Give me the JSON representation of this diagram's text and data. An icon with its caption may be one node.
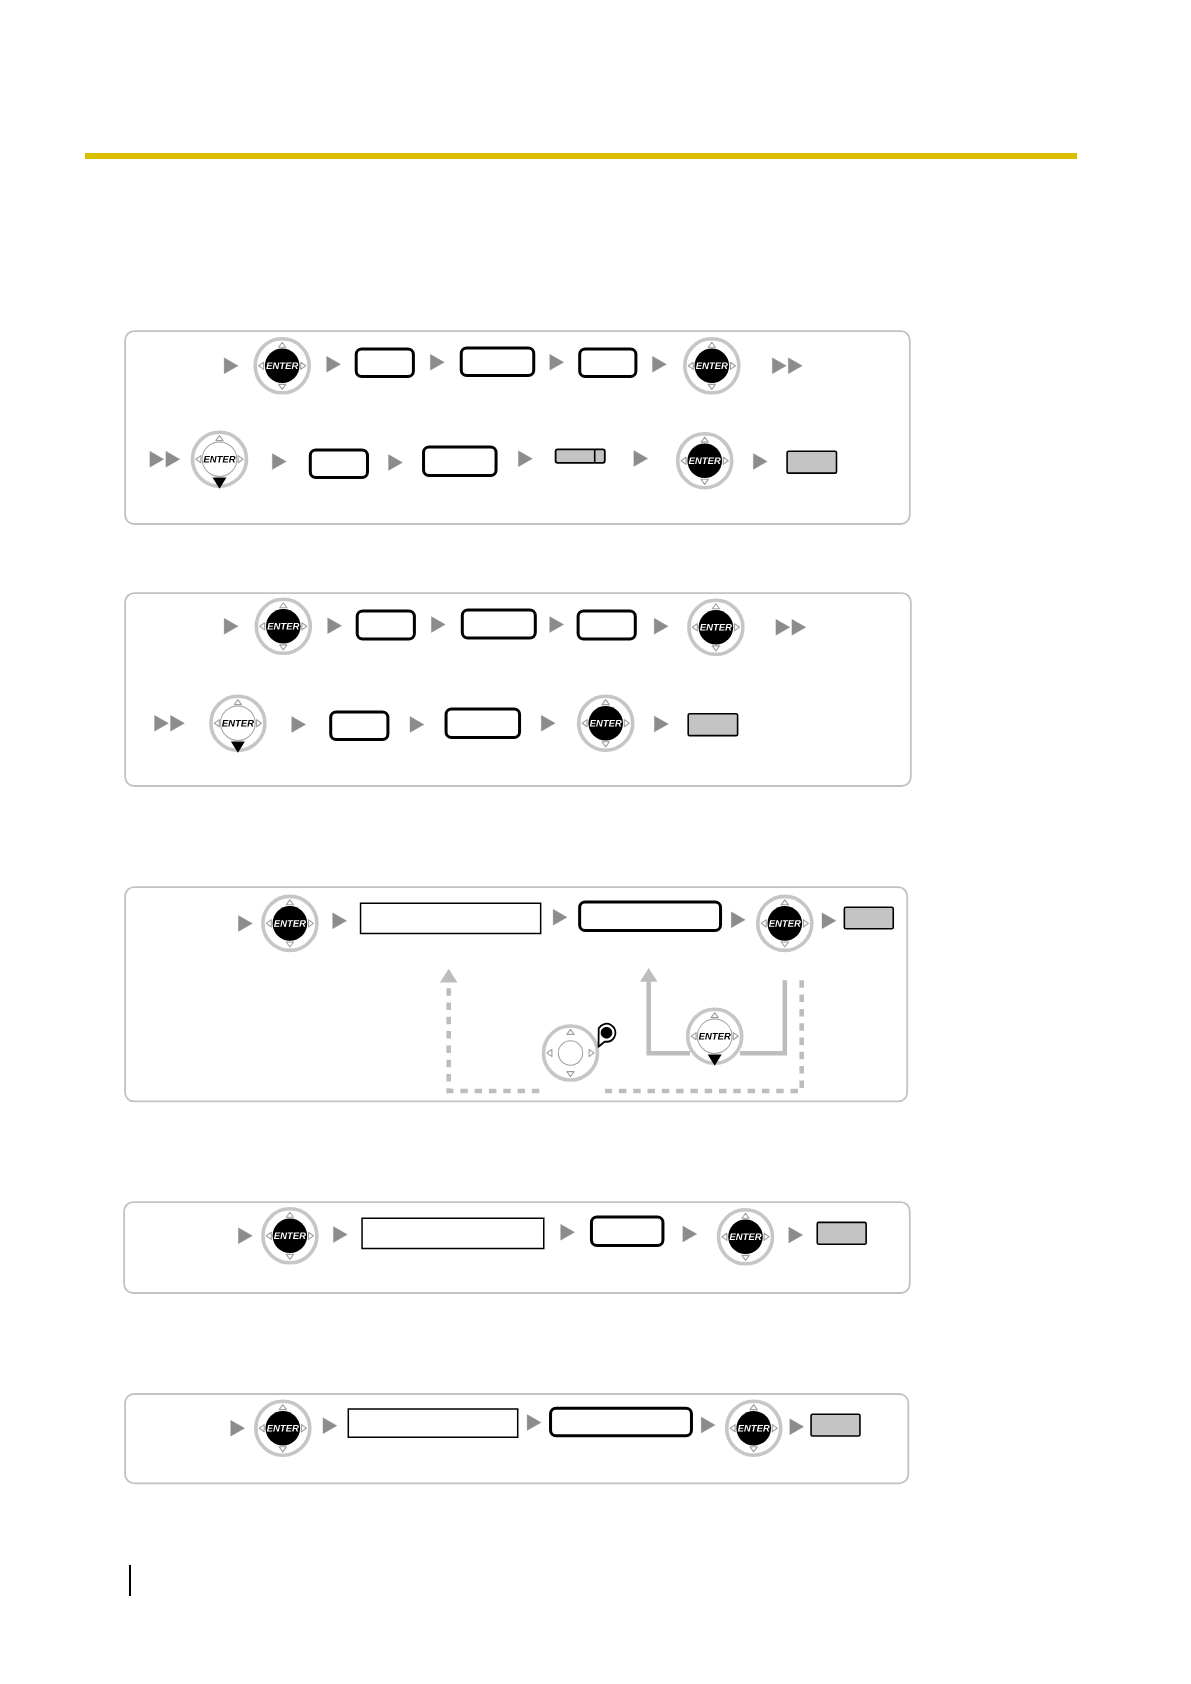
{
  "diagram": {
    "nodes": [
      {
        "text": [],
        "shape": "box"
      },
      {
        "text": [
          "ENTER"
        ],
        "in": 0
      },
      {
        "text": [],
        "shape": "box",
        "in": 0
      },
      {
        "text": [],
        "shape": "box",
        "in": 0
      },
      {
        "text": [],
        "shape": "box",
        "in": 0
      },
      {
        "text": [
          "ENTER"
        ],
        "in": 0
      },
      {
        "text": [
          "ENTER"
        ],
        "in": 0
      },
      {
        "text": [],
        "shape": "box",
        "in": 0
      },
      {
        "text": [],
        "shape": "box",
        "in": 0
      },
      {
        "text": [],
        "shape": "bar",
        "in": 0
      },
      {
        "text": [
          "ENTER"
        ],
        "in": 0
      },
      {
        "text": [],
        "shape": "box",
        "in": 0
      },
      {
        "text": [],
        "shape": "box"
      },
      {
        "text": [
          "ENTER"
        ],
        "in": 12
      },
      {
        "text": [],
        "shape": "box",
        "in": 12
      },
      {
        "text": [],
        "shape": "box",
        "in": 12
      },
      {
        "text": [],
        "shape": "box",
        "in": 12
      },
      {
        "text": [
          "ENTER"
        ],
        "in": 12
      },
      {
        "text": [
          "ENTER"
        ],
        "in": 12
      },
      {
        "text": [],
        "shape": "box",
        "in": 12
      },
      {
        "text": [],
        "shape": "box",
        "in": 12
      },
      {
        "text": [
          "ENTER"
        ],
        "in": 12
      },
      {
        "text": [],
        "shape": "box",
        "in": 12
      },
      {
        "text": [],
        "shape": "box"
      },
      {
        "text": [
          "ENTER"
        ],
        "in": 23
      },
      {
        "text": [],
        "shape": "box",
        "in": 23
      },
      {
        "text": [],
        "shape": "box",
        "in": 23
      },
      {
        "text": [
          "ENTER"
        ],
        "in": 23
      },
      {
        "text": [],
        "shape": "box",
        "in": 23
      },
      {
        "text": [],
        "shape": "picture",
        "in": 23
      },
      {
        "text": [
          "ENTER"
        ],
        "in": 23
      },
      {
        "text": [],
        "shape": "box"
      },
      {
        "text": [
          "ENTER"
        ],
        "in": 31
      },
      {
        "text": [],
        "shape": "box",
        "in": 31
      },
      {
        "text": [],
        "shape": "box",
        "in": 31
      },
      {
        "text": [
          "ENTER"
        ],
        "in": 31
      },
      {
        "text": [],
        "shape": "box",
        "in": 31
      },
      {
        "text": [],
        "shape": "box"
      },
      {
        "text": [
          "ENTER"
        ],
        "in": 37
      },
      {
        "text": [],
        "shape": "box",
        "in": 37
      },
      {
        "text": [],
        "shape": "box",
        "in": 37
      },
      {
        "text": [
          "ENTER"
        ],
        "in": 37
      },
      {
        "text": [],
        "shape": "box",
        "in": 37
      }
    ],
    "edges": [
      {
        "from": null,
        "to": 1,
        "arrow": "to"
      },
      {
        "from": 1,
        "to": 2,
        "arrow": "to"
      },
      {
        "from": 2,
        "to": 3,
        "arrow": "to"
      },
      {
        "from": 3,
        "to": 4,
        "arrow": "to"
      },
      {
        "from": 4,
        "to": 5,
        "arrow": "to"
      },
      {
        "from": 5,
        "to": null,
        "arrow": "to"
      },
      {
        "from": null,
        "to": 6,
        "arrow": "to"
      },
      {
        "from": 6,
        "to": 7,
        "arrow": "to"
      },
      {
        "from": 7,
        "to": 8,
        "arrow": "to"
      },
      {
        "from": 8,
        "to": 9,
        "arrow": "to"
      },
      {
        "from": 9,
        "to": 10,
        "arrow": "to"
      },
      {
        "from": 10,
        "to": 11,
        "arrow": "to"
      },
      {
        "from": null,
        "to": 13,
        "arrow": "to"
      },
      {
        "from": 13,
        "to": 14,
        "arrow": "to"
      },
      {
        "from": 14,
        "to": 15,
        "arrow": "to"
      },
      {
        "from": 15,
        "to": 16,
        "arrow": "to"
      },
      {
        "from": 16,
        "to": 17,
        "arrow": "to"
      },
      {
        "from": 17,
        "to": null,
        "arrow": "to"
      },
      {
        "from": null,
        "to": 18,
        "arrow": "to"
      },
      {
        "from": 18,
        "to": 19,
        "arrow": "to"
      },
      {
        "from": 19,
        "to": 20,
        "arrow": "to"
      },
      {
        "from": 20,
        "to": 21,
        "arrow": "to"
      },
      {
        "from": 21,
        "to": 22,
        "arrow": "to"
      },
      {
        "from": null,
        "to": 24,
        "arrow": "to"
      },
      {
        "from": 24,
        "to": 25,
        "arrow": "to"
      },
      {
        "from": 25,
        "to": 26,
        "arrow": "to"
      },
      {
        "from": 26,
        "to": 27,
        "arrow": "to"
      },
      {
        "from": 27,
        "to": 28,
        "arrow": "to"
      },
      {
        "from": 27,
        "to": 29,
        "arrow": "none",
        "style": "dashed",
        "color": "#bdbdbd"
      },
      {
        "from": 29,
        "to": 25,
        "arrow": "to",
        "style": "dashed",
        "color": "#bdbdbd"
      },
      {
        "from": 27,
        "to": 30,
        "arrow": "none",
        "color": "#bdbdbd"
      },
      {
        "from": 30,
        "to": 26,
        "arrow": "to",
        "color": "#bdbdbd"
      },
      {
        "from": null,
        "to": 32,
        "arrow": "to"
      },
      {
        "from": 32,
        "to": 33,
        "arrow": "to"
      },
      {
        "from": 33,
        "to": 34,
        "arrow": "to"
      },
      {
        "from": 34,
        "to": 35,
        "arrow": "to"
      },
      {
        "from": 35,
        "to": 36,
        "arrow": "to"
      },
      {
        "from": null,
        "to": 38,
        "arrow": "to"
      },
      {
        "from": 38,
        "to": 39,
        "arrow": "to"
      },
      {
        "from": 39,
        "to": 40,
        "arrow": "to"
      },
      {
        "from": 40,
        "to": 41,
        "arrow": "to"
      },
      {
        "from": 41,
        "to": 42,
        "arrow": "to"
      }
    ]
  }
}
